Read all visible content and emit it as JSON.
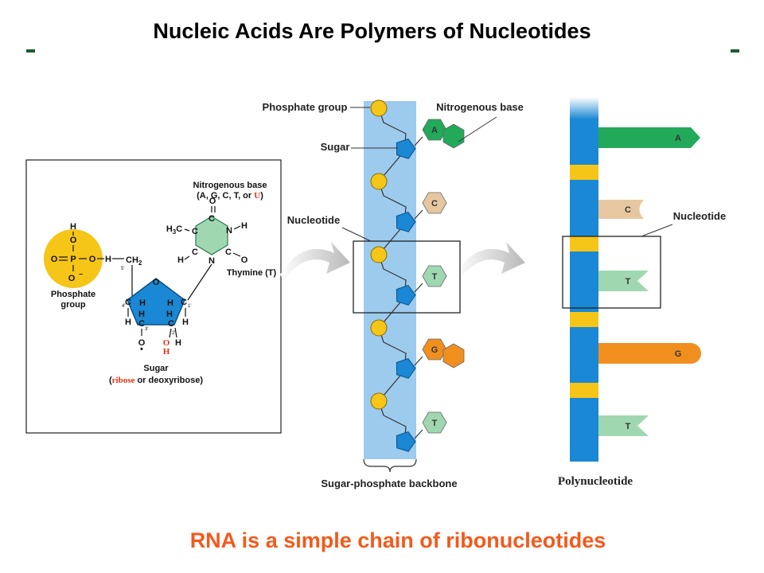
{
  "title": "Nucleic Acids Are Polymers of Nucleotides",
  "caption": "RNA is a simple chain of ribonucleotides",
  "colors": {
    "backbone": "#9ccbee",
    "strand": "#1a88d4",
    "phosphate": "#f5c518",
    "sugar": "#1a88d4",
    "accent_red": "#e63010",
    "caption": "#f25a1c",
    "dash": "#1f5a36"
  },
  "nucleotide_structure": {
    "phosphate_label": "Phosphate group",
    "sugar_label": "Sugar",
    "sugar_sub_ribose": "ribose",
    "sugar_sub_rest": " or deoxyribose)",
    "sugar_sub_open": "(",
    "base_label_line1": "Nitrogenous base",
    "base_label_line2": "(A, G, C, T, or ",
    "base_label_u": "U",
    "base_label_close": ")",
    "thymine_label": "Thymine (T)",
    "atoms": {
      "H": "H",
      "O": "O",
      "P": "P",
      "C": "C",
      "N": "N",
      "CH2": "CH",
      "CH2_sub": "2",
      "H3C": "H",
      "H3C_sub": "3",
      "H3C_c": "C",
      "minus": "–",
      "pos5": "5'",
      "pos4": "4'",
      "pos3": "3'",
      "pos2": "2'",
      "pos1": "1'"
    }
  },
  "strand_diagram": {
    "phosphate_label": "Phosphate group",
    "sugar_label": "Sugar",
    "nucleotide_label": "Nucleotide",
    "base_label": "Nitrogenous base",
    "backbone_label": "Sugar-phosphate backbone",
    "bases": [
      {
        "letter": "A",
        "color": "#22a95a"
      },
      {
        "letter": "C",
        "color": "#e7c7a0"
      },
      {
        "letter": "T",
        "color": "#9fd8b0"
      },
      {
        "letter": "G",
        "color": "#f18f1e"
      },
      {
        "letter": "T",
        "color": "#9fd8b0"
      }
    ]
  },
  "polynucleotide": {
    "label": "Polynucleotide",
    "nucleotide_label": "Nucleotide",
    "bases": [
      {
        "letter": "A",
        "color": "#22a95a"
      },
      {
        "letter": "C",
        "color": "#e7c7a0"
      },
      {
        "letter": "T",
        "color": "#9fd8b0"
      },
      {
        "letter": "G",
        "color": "#f18f1e"
      },
      {
        "letter": "T",
        "color": "#9fd8b0"
      }
    ]
  }
}
